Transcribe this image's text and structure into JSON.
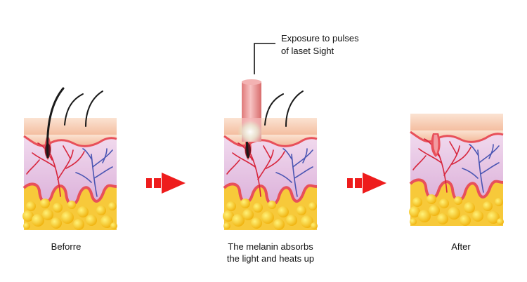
{
  "callout": {
    "line1": "Exposure to pulses",
    "line2": "of laset Sight"
  },
  "stages": [
    {
      "id": "before",
      "label_lines": [
        "Beforre"
      ]
    },
    {
      "id": "during",
      "label_lines": [
        "The melanin absorbs",
        "the light and heats up"
      ]
    },
    {
      "id": "after",
      "label_lines": [
        "After"
      ]
    }
  ],
  "colors": {
    "epidermis": "#f6c7ab",
    "epidermis_top": "#fbe1cf",
    "dermis": "#e9c6e6",
    "dermis_light": "#f3e1f1",
    "membrane": "#e8505a",
    "artery": "#d7263d",
    "vein": "#4b56b3",
    "fat": "#f5c21b",
    "fat_highlight": "#ffe873",
    "hair": "#1a1a1a",
    "arrow": "#ee1c1c",
    "laser": "#e98a8a"
  },
  "icons": [
    "right-arrow-icon",
    "right-arrow-icon",
    "laser-beam-icon"
  ]
}
